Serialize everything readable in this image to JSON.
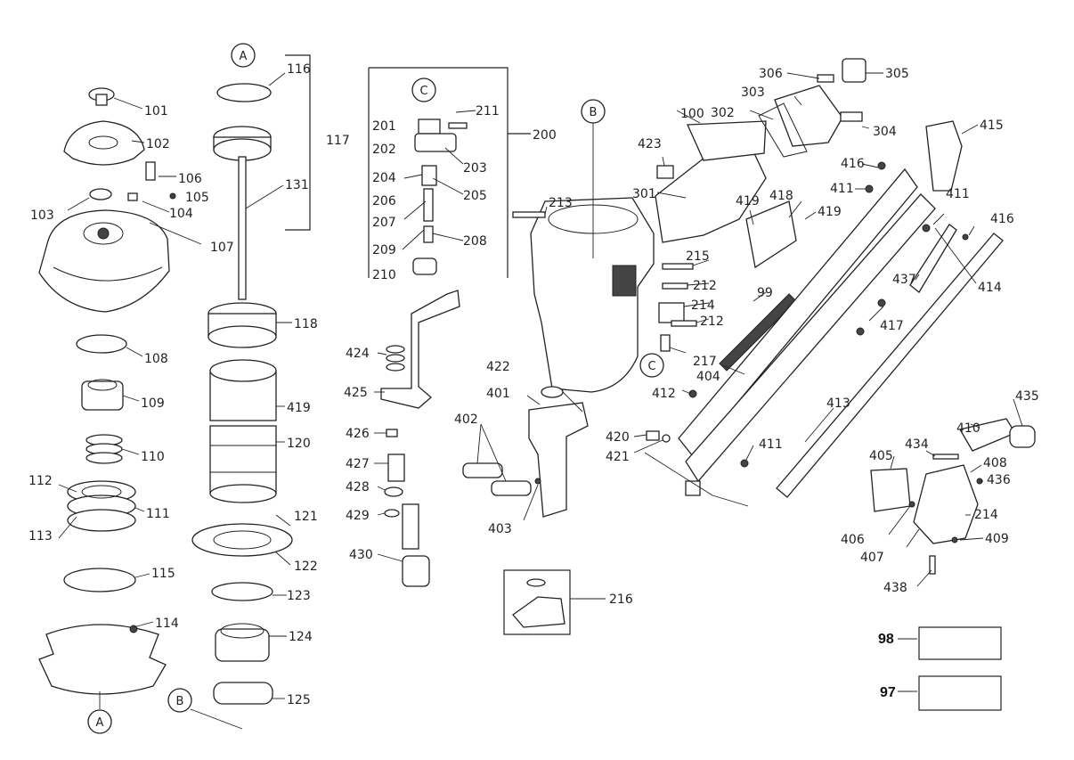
{
  "refs": {
    "a": "A",
    "b": "B",
    "c": "C"
  },
  "labels": {
    "p101": "101",
    "p102": "102",
    "p103": "103",
    "p104": "104",
    "p105": "105",
    "p106": "106",
    "p107": "107",
    "p108": "108",
    "p109": "109",
    "p110": "110",
    "p111": "111",
    "p112": "112",
    "p113": "113",
    "p114": "114",
    "p115": "115",
    "p116": "116",
    "p117": "117",
    "p131": "131",
    "p118": "118",
    "p419": "419",
    "p120": "120",
    "p121": "121",
    "p122": "122",
    "p123": "123",
    "p124": "124",
    "p125": "125",
    "p201": "201",
    "p202": "202",
    "p203": "203",
    "p204": "204",
    "p205": "205",
    "p206": "206",
    "p207": "207",
    "p208": "208",
    "p209": "209",
    "p210": "210",
    "p211": "211",
    "p200": "200",
    "p213": "213",
    "p100": "100",
    "p423": "423",
    "p301": "301",
    "p302": "302",
    "p303": "303",
    "p304": "304",
    "p305": "305",
    "p306": "306",
    "p215": "215",
    "p212a": "212",
    "p214": "214",
    "p212b": "212",
    "p217": "217",
    "p99": "99",
    "p404": "404",
    "p422": "422",
    "p401": "401",
    "p402": "402",
    "p403": "403",
    "p424": "424",
    "p425": "425",
    "p426": "426",
    "p427": "427",
    "p428": "428",
    "p429": "429",
    "p430": "430",
    "p216": "216",
    "p418": "418",
    "p419b": "419",
    "p419c": "419",
    "p416a": "416",
    "p411a": "411",
    "p415": "415",
    "p411b": "411",
    "p416b": "416",
    "p437": "437",
    "p414": "414",
    "p417": "417",
    "p412": "412",
    "p420": "420",
    "p421": "421",
    "p411c": "411",
    "p413": "413",
    "p435": "435",
    "p410": "410",
    "p434": "434",
    "p405": "405",
    "p408": "408",
    "p436": "436",
    "p214b": "214",
    "p406": "406",
    "p407": "407",
    "p409": "409",
    "p438": "438",
    "p98": "98",
    "p97": "97"
  },
  "colors": {
    "ink": "#222222",
    "paper": "#ffffff"
  }
}
